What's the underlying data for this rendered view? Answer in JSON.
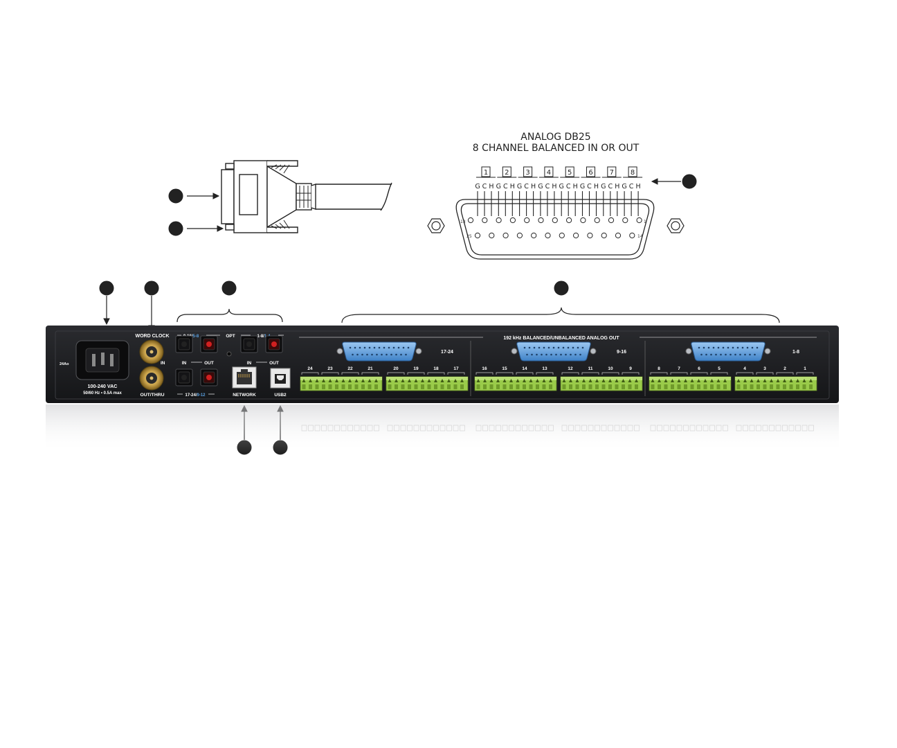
{
  "db25_diagram": {
    "title": "ANALOG DB25",
    "subtitle": "8 CHANNEL BALANCED IN OR OUT",
    "channels": [
      "1",
      "2",
      "3",
      "4",
      "5",
      "6",
      "7",
      "8"
    ],
    "pin_letters": [
      "G",
      "C",
      "H"
    ],
    "pin_label_13": "13",
    "pin_label_1": "1",
    "pin_label_25": "25",
    "pin_label_14": "14"
  },
  "panel": {
    "model": "24Ao",
    "power_line1": "100-240 VAC",
    "power_line2": "50/60 Hz • 0.5A max",
    "word_clock": "WORD CLOCK",
    "wc_in": "IN",
    "wc_out_thru": "OUT/THRU",
    "opt_label": "OPT",
    "opt_top_left": "9-16/",
    "opt_top_left_blue": "5-8",
    "opt_top_right": "1-8/",
    "opt_top_right_blue": "1-4",
    "opt_bottom": "17-24/",
    "opt_bottom_blue": "9-12",
    "in_label": "IN",
    "out_label": "OUT",
    "network": "NETWORK",
    "usb": "USB2",
    "analog_out_header": "192 kHz BALANCED/UNBALANCED ANALOG OUT",
    "db25_groups": [
      "17-24",
      "9-16",
      "1-8"
    ],
    "channel_numbers": [
      [
        "24",
        "23",
        "22",
        "21",
        "20",
        "19",
        "18",
        "17"
      ],
      [
        "16",
        "15",
        "14",
        "13",
        "12",
        "11",
        "10",
        "9"
      ],
      [
        "8",
        "7",
        "6",
        "5",
        "4",
        "3",
        "2",
        "1"
      ]
    ]
  },
  "colors": {
    "panel": "#1b1c1f",
    "db25_blue": "#5aa0e0",
    "terminal_green": "#9acb4a",
    "bnc_gold": "#c9a24a",
    "toslink_red": "#d02020",
    "callout": "#222222"
  }
}
